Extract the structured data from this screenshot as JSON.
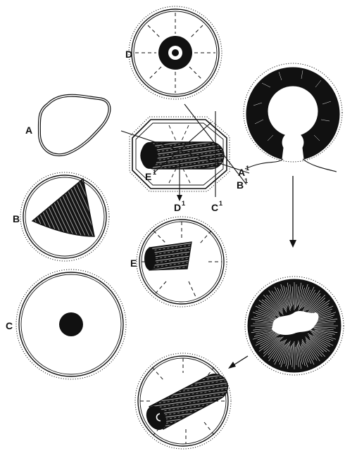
{
  "labels": {
    "A": "A",
    "B": "B",
    "C": "C",
    "D": "D",
    "E": "E",
    "A1": "A",
    "B1": "B",
    "C1": "C",
    "D1": "D",
    "E1": "E",
    "superscript": "1"
  }
}
